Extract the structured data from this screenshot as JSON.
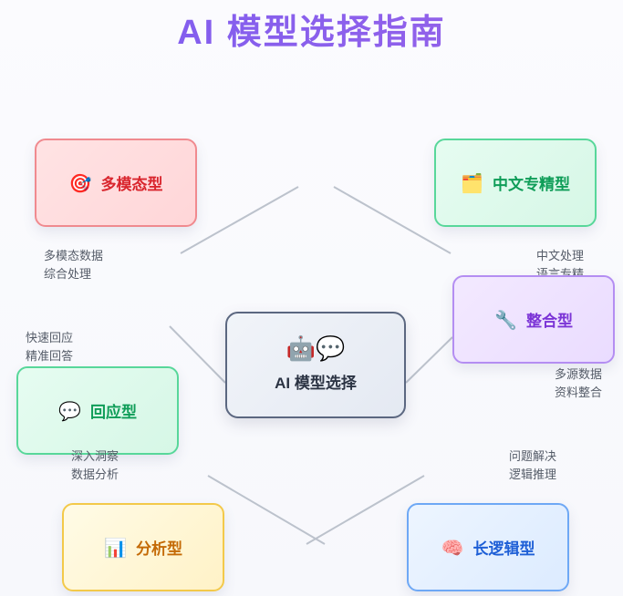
{
  "title": "AI 模型选择指南",
  "center": {
    "icon": "🤖💬",
    "icon_name": "robot-chat-icon",
    "label": "AI 模型选择"
  },
  "nodes": {
    "multimodal": {
      "icon": "🎯",
      "icon_name": "target-icon",
      "label": "多模态型",
      "desc": [
        "多模态数据",
        "综合处理"
      ]
    },
    "chinese": {
      "icon": "🗂️",
      "icon_name": "card-box-icon",
      "label": "中文专精型",
      "desc": [
        "中文处理",
        "语言专精"
      ]
    },
    "integrate": {
      "icon": "🔧",
      "icon_name": "wrench-icon",
      "label": "整合型",
      "desc": [
        "多源数据",
        "资料整合"
      ]
    },
    "reply": {
      "icon": "💬",
      "icon_name": "speech-bubble-icon",
      "label": "回应型",
      "desc": [
        "快速回应",
        "精准回答"
      ]
    },
    "analysis": {
      "icon": "📊",
      "icon_name": "bar-chart-icon",
      "label": "分析型",
      "desc": [
        "深入洞察",
        "数据分析"
      ]
    },
    "logic": {
      "icon": "🧠",
      "icon_name": "brain-icon",
      "label": "长逻辑型",
      "desc": [
        "问题解决",
        "逻辑推理"
      ]
    }
  },
  "colors": {
    "title": "#8a5cf0",
    "multimodal": "#d9262e",
    "chinese": "#0f9d58",
    "integrate": "#7b34d6",
    "reply": "#0f9d58",
    "analysis": "#c46a06",
    "logic": "#1e5fd6"
  }
}
